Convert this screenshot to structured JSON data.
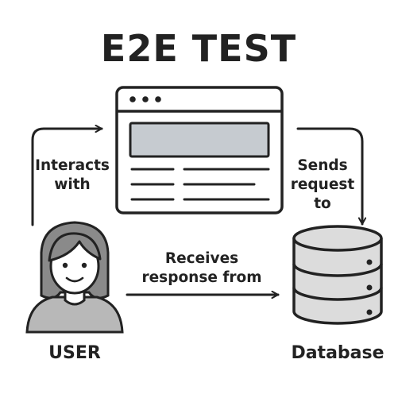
{
  "title": "E2E TEST",
  "nodes": {
    "user": {
      "label": "USER",
      "icon": "user-avatar-icon"
    },
    "browser": {
      "icon": "browser-window-icon"
    },
    "database": {
      "label": "Database",
      "icon": "database-icon"
    }
  },
  "edges": {
    "user_to_browser": {
      "line1": "Interacts",
      "line2": "with"
    },
    "browser_to_database": {
      "line1": "Sends",
      "line2": "request",
      "line3": "to"
    },
    "database_to_user": {
      "line1": "Receives",
      "line2": "response from"
    }
  },
  "colors": {
    "stroke": "#222222",
    "content_bar": "#c6cbd0",
    "db_fill": "#dcdcdc",
    "skin": "#ffffff",
    "hair": "#8a8a8a",
    "shirt": "#b8b8b8"
  }
}
